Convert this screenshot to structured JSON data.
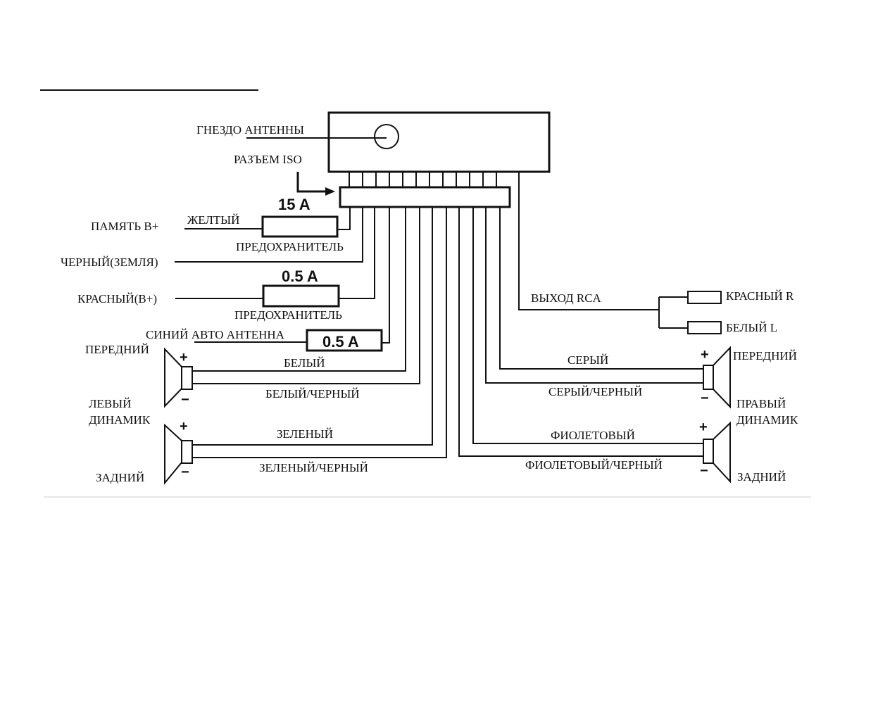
{
  "labels": {
    "antenna_jack": "ГНЕЗДО АНТЕННЫ",
    "iso_connector": "РАЗЪЕМ ISO",
    "memory_b": "ПАМЯТЬ В+",
    "yellow": "ЖЕЛТЫЙ",
    "fuse_15": "15  A",
    "fuse_word_1": "ПРЕДОХРАНИТЕЛЬ",
    "black_ground": "ЧЕРНЫЙ(ЗЕМЛЯ)",
    "fuse_05_a": "0.5  A",
    "red_b": "КРАСНЫЙ(В+)",
    "fuse_word_2": "ПРЕДОХРАНИТЕЛЬ",
    "blue_auto_antenna": "СИНИЙ АВТО АНТЕННА",
    "fuse_05_b": "0.5  A",
    "rca_out": "ВЫХОД RCA",
    "rca_red": "КРАСНЫЙ R",
    "rca_white": "БЕЛЫЙ L",
    "front_left": "ПЕРЕДНИЙ",
    "left_1": "ЛЕВЫЙ",
    "left_2": "ДИНАМИК",
    "rear_left": "ЗАДНИЙ",
    "white": "БЕЛЫЙ",
    "white_black": "БЕЛЫЙ/ЧЕРНЫЙ",
    "green": "ЗЕЛЕНЫЙ",
    "green_black": "ЗЕЛЕНЫЙ/ЧЕРНЫЙ",
    "gray": "СЕРЫЙ",
    "gray_black": "СЕРЫЙ/ЧЕРНЫЙ",
    "violet": "ФИОЛЕТОВЫЙ",
    "violet_black": "ФИОЛЕТОВЫЙ/ЧЕРНЫЙ",
    "front_right": "ПЕРЕДНИЙ",
    "right_1": "ПРАВЫЙ",
    "right_2": "ДИНАМИК",
    "rear_right": "ЗАДНИЙ",
    "plus": "+",
    "minus": "−"
  }
}
